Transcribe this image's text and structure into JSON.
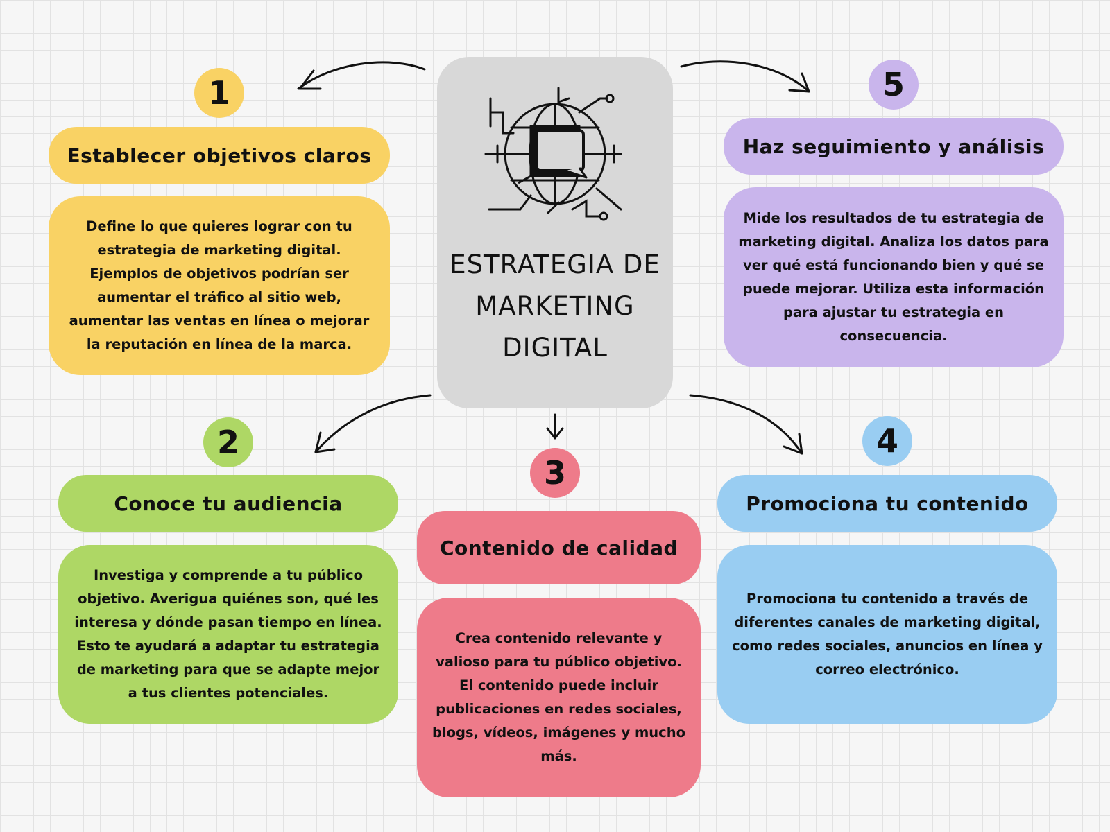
{
  "title": "ESTRATEGIA DE MARKETING DIGITAL",
  "colors": {
    "yellow": "#f9d264",
    "green": "#aed765",
    "pink": "#ee7b8a",
    "blue": "#99cdf2",
    "purple": "#c9b5ec",
    "center": "#d8d8d8"
  },
  "center_icon": "globe-chat-circuit-icon",
  "steps": [
    {
      "number": "1",
      "heading": "Establecer objetivos claros",
      "body": "Define lo que quieres lograr con tu estrategia de marketing digital. Ejemplos de objetivos podrían ser aumentar el tráfico al sitio web, aumentar las ventas en línea o mejorar la reputación en línea de la marca."
    },
    {
      "number": "2",
      "heading": "Conoce tu audiencia",
      "body": "Investiga y comprende a tu público objetivo. Averigua quiénes son, qué les interesa y dónde pasan tiempo en línea. Esto te ayudará a adaptar tu estrategia de marketing para que se adapte mejor a tus clientes potenciales."
    },
    {
      "number": "3",
      "heading": "Contenido de calidad",
      "body": "Crea contenido relevante y valioso para tu público objetivo. El contenido puede incluir publicaciones en redes sociales, blogs, vídeos, imágenes y mucho más."
    },
    {
      "number": "4",
      "heading": "Promociona tu contenido",
      "body": "Promociona tu contenido a través de diferentes canales de marketing digital, como redes sociales, anuncios en línea y correo electrónico."
    },
    {
      "number": "5",
      "heading": "Haz seguimiento y análisis",
      "body": "Mide los resultados de tu estrategia de marketing digital. Analiza los datos para ver qué está funcionando bien y qué se puede mejorar. Utiliza esta información para ajustar tu estrategia en consecuencia."
    }
  ]
}
